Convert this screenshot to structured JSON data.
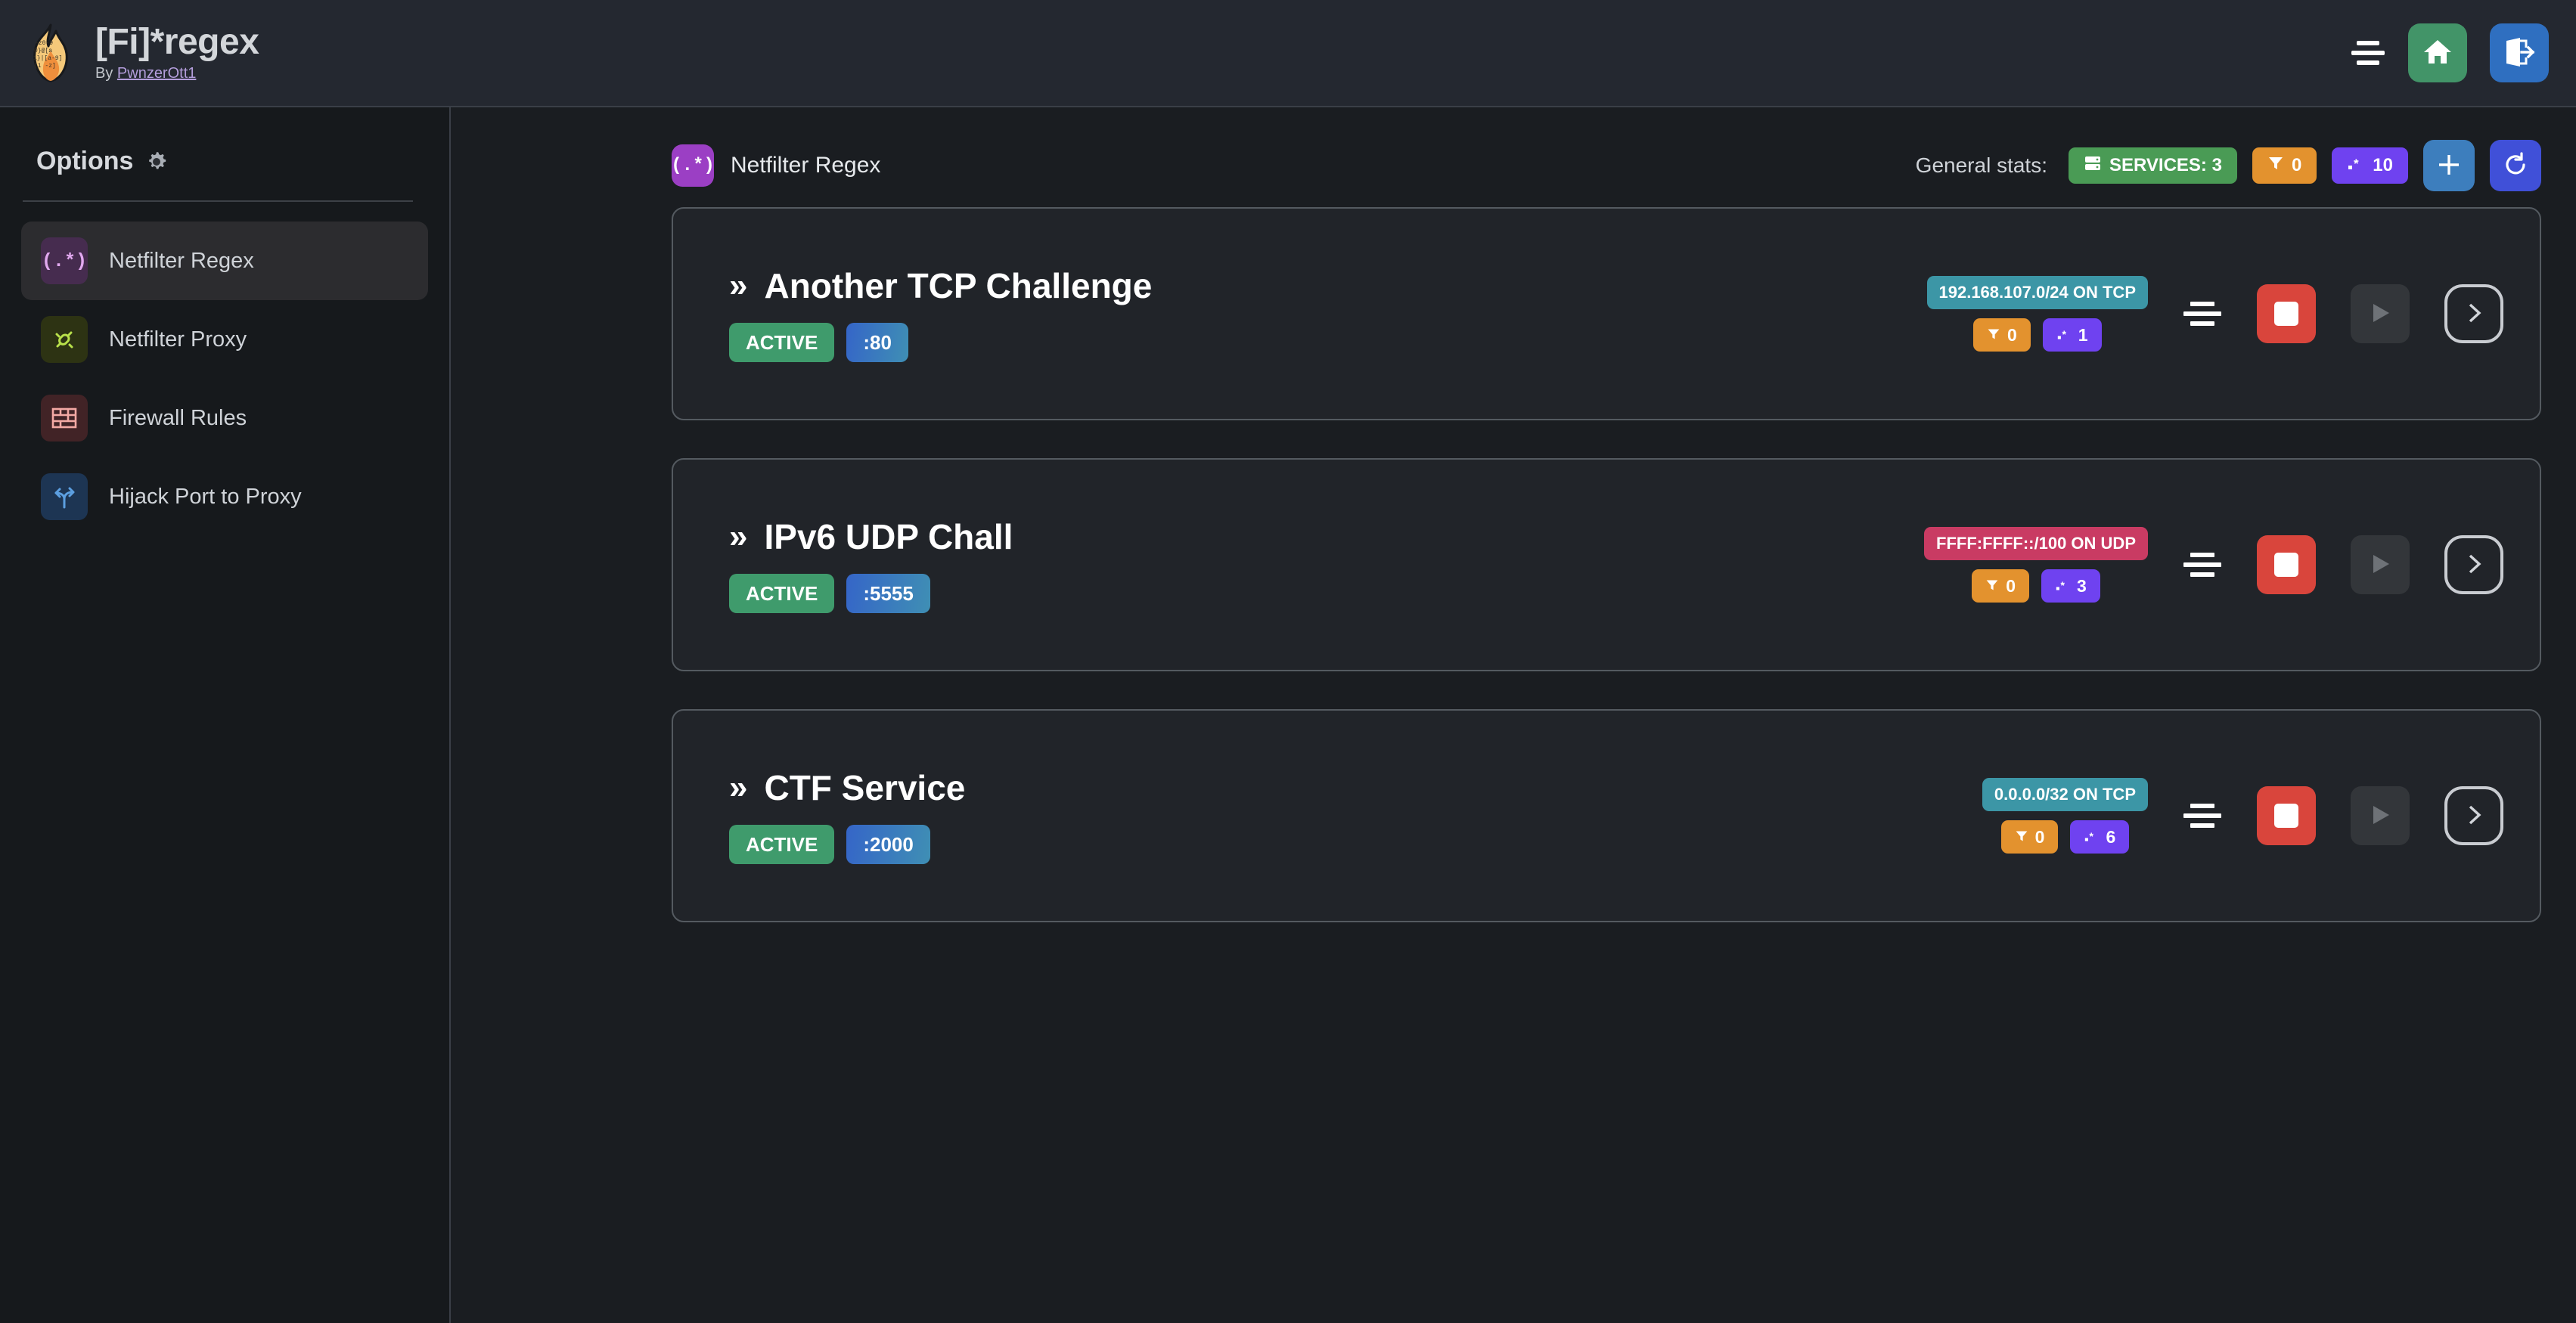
{
  "header": {
    "title": "[Fi]*regex",
    "by_prefix": "By ",
    "author": "PwnzerOtt1",
    "logo_icon": "flame-regex-logo",
    "menu_icon": "align-center-icon",
    "home_icon": "home-icon",
    "logout_icon": "logout-icon"
  },
  "sidebar": {
    "heading": "Options",
    "gear_icon": "gear-icon",
    "items": [
      {
        "label": "Netfilter Regex",
        "icon": "regex-icon",
        "glyph": "(.*)",
        "active": true
      },
      {
        "label": "Netfilter Proxy",
        "icon": "plug-icon",
        "glyph": "",
        "active": false
      },
      {
        "label": "Firewall Rules",
        "icon": "brick-wall-icon",
        "glyph": "",
        "active": false
      },
      {
        "label": "Hijack Port to Proxy",
        "icon": "route-fork-icon",
        "glyph": "",
        "active": false
      }
    ]
  },
  "main": {
    "page_title": "Netfilter Regex",
    "page_title_glyph": "(.*)",
    "stats_label": "General stats:",
    "stats": {
      "services_label": "SERVICES: 3",
      "services_icon": "server-icon",
      "filters_count": "0",
      "filter_icon": "funnel-icon",
      "regex_count": "10",
      "regex_icon": "regex-dot-star-icon"
    },
    "add_button_icon": "plus-icon",
    "refresh_button_icon": "refresh-icon"
  },
  "services": [
    {
      "name": "Another TCP Challenge",
      "chevron": "»",
      "status": "ACTIVE",
      "port": ":80",
      "network": "192.168.107.0/24 ON TCP",
      "network_color": "teal",
      "filters": "0",
      "regexes": "1",
      "menu_icon": "align-center-icon",
      "stop_icon": "stop-icon",
      "play_icon": "play-icon",
      "open_icon": "chevron-right-icon"
    },
    {
      "name": "IPv6 UDP Chall",
      "chevron": "»",
      "status": "ACTIVE",
      "port": ":5555",
      "network": "FFFF:FFFF::/100 ON UDP",
      "network_color": "pink",
      "filters": "0",
      "regexes": "3",
      "menu_icon": "align-center-icon",
      "stop_icon": "stop-icon",
      "play_icon": "play-icon",
      "open_icon": "chevron-right-icon"
    },
    {
      "name": "CTF Service",
      "chevron": "»",
      "status": "ACTIVE",
      "port": ":2000",
      "network": "0.0.0.0/32 ON TCP",
      "network_color": "teal",
      "filters": "0",
      "regexes": "6",
      "menu_icon": "align-center-icon",
      "stop_icon": "stop-icon",
      "play_icon": "play-icon",
      "open_icon": "chevron-right-icon"
    }
  ],
  "colors": {
    "page_bg": "#1a1d21",
    "header_bg": "#242830",
    "sidebar_bg": "#16191c",
    "card_bg": "#212429",
    "accent_green": "#4a9b55",
    "accent_orange": "#e3922e",
    "accent_purple": "#6f42f0",
    "accent_teal": "#3c96a6",
    "accent_pink": "#c93b63",
    "accent_red": "#d9453c",
    "accent_blue": "#3d7ebd"
  }
}
